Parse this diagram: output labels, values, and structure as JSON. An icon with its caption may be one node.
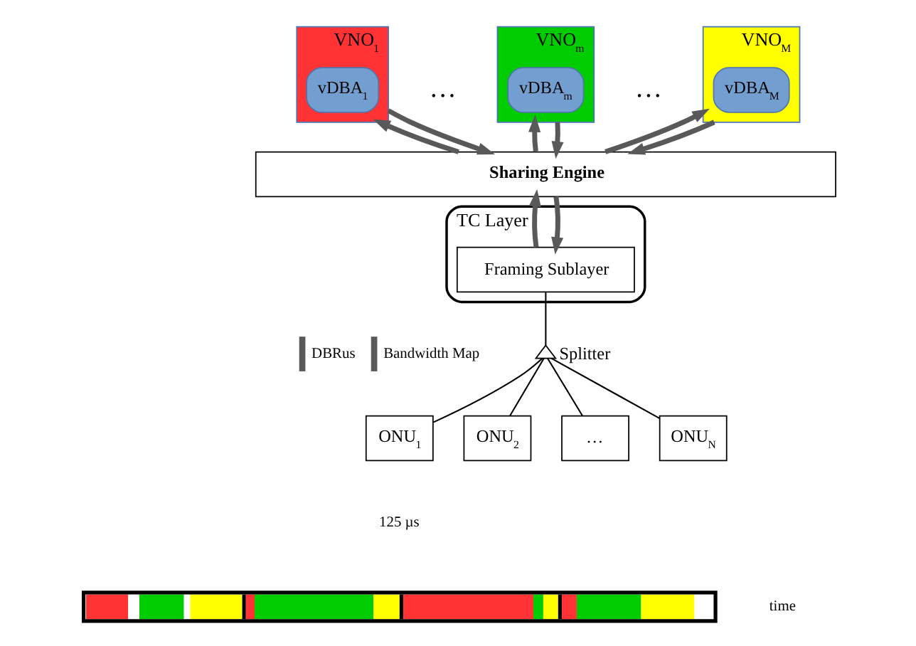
{
  "diagram": {
    "nodes": [
      {
        "text": [
          "VNO$_{1}$"
        ]
      },
      {
        "text": [
          "vDBA$_{1}$"
        ],
        "in": 0
      },
      {
        "text": [
          "VNO$_{m}$"
        ]
      },
      {
        "text": [
          "vDBA$_{m}$"
        ],
        "in": 2
      },
      {
        "text": [
          "VNO$_{M}$"
        ]
      },
      {
        "text": [
          "vDBA$_{M}$"
        ],
        "in": 4
      },
      {
        "text": [
          "Sharing Engine"
        ]
      },
      {
        "text": [
          "TC Layer"
        ]
      },
      {
        "text": [
          "Framing Sublayer"
        ],
        "in": 7
      },
      {
        "text": [
          "Splitter"
        ]
      },
      {
        "text": [
          "ONU$_{1}$"
        ]
      },
      {
        "text": [
          "ONU$_{2}$"
        ]
      },
      {
        "text": [
          "…"
        ]
      },
      {
        "text": [
          "ONU$_{N}$"
        ]
      },
      {
        "text": [],
        "shape": "bar"
      }
    ],
    "edges": [
      {
        "from": 6,
        "to": 0,
        "arrow": "to"
      },
      {
        "from": 0,
        "to": 6,
        "arrow": "to"
      },
      {
        "from": 6,
        "to": 2,
        "arrow": "to"
      },
      {
        "from": 2,
        "to": 6,
        "arrow": "to"
      },
      {
        "from": 6,
        "to": 4,
        "arrow": "to"
      },
      {
        "from": 4,
        "to": 6,
        "arrow": "to"
      },
      {
        "from": 8,
        "to": 6,
        "arrow": "to"
      },
      {
        "from": 6,
        "to": 8,
        "arrow": "to"
      },
      {
        "from": 8,
        "to": 9,
        "arrow": "none",
        "color": "#000000"
      },
      {
        "from": 9,
        "to": 10,
        "arrow": "none",
        "color": "#000000"
      },
      {
        "from": 9,
        "to": 11,
        "arrow": "none",
        "color": "#000000"
      },
      {
        "from": 9,
        "to": 12,
        "arrow": "none",
        "color": "#000000"
      },
      {
        "from": 9,
        "to": 13,
        "arrow": "none",
        "color": "#000000"
      }
    ],
    "labels": [
      "…",
      "…",
      "125 µs",
      "time"
    ],
    "legend": [
      {
        "text": "DBRus"
      },
      {
        "text": "Bandwidth Map"
      }
    ]
  }
}
